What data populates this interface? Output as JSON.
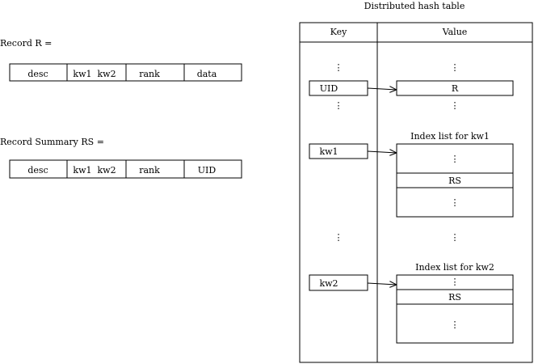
{
  "record": {
    "label": "Record R =",
    "fields": [
      "desc",
      "kw1  kw2",
      "rank",
      "data"
    ]
  },
  "summary": {
    "label": "Record Summary RS =",
    "fields": [
      "desc",
      "kw1  kw2",
      "rank",
      "UID"
    ]
  },
  "dht": {
    "title": "Distributed hash table",
    "key_header": "Key",
    "value_header": "Value",
    "ellipsis": "⋮",
    "uid_key": "UID",
    "uid_value": "R",
    "kw1_key": "kw1",
    "kw1_list_title": "Index list for kw1",
    "kw1_list_rs": "RS",
    "kw2_key": "kw2",
    "kw2_list_title": "Index list for kw2",
    "kw2_list_rs": "RS"
  }
}
